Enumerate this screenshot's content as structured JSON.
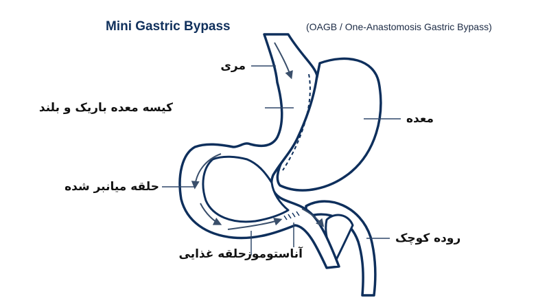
{
  "header": {
    "title": "Mini Gastric Bypass",
    "subtitle": "(OAGB / One-Anastomosis Gastric Bypass)"
  },
  "labels": {
    "esophagus": "مری",
    "gastric_pouch": "کیسه معده باریک و بلند",
    "stomach": "معده",
    "bypass_loop": "حلقه میانبر شده",
    "food_loop": "حلقه غذایی",
    "anastomosis": "آناستوموز",
    "small_intestine": "روده کوچک"
  },
  "colors": {
    "outline": "#0e2f5c",
    "fill": "#ffffff",
    "arrow": "#3a4f6b",
    "leader": "#2e4768"
  }
}
